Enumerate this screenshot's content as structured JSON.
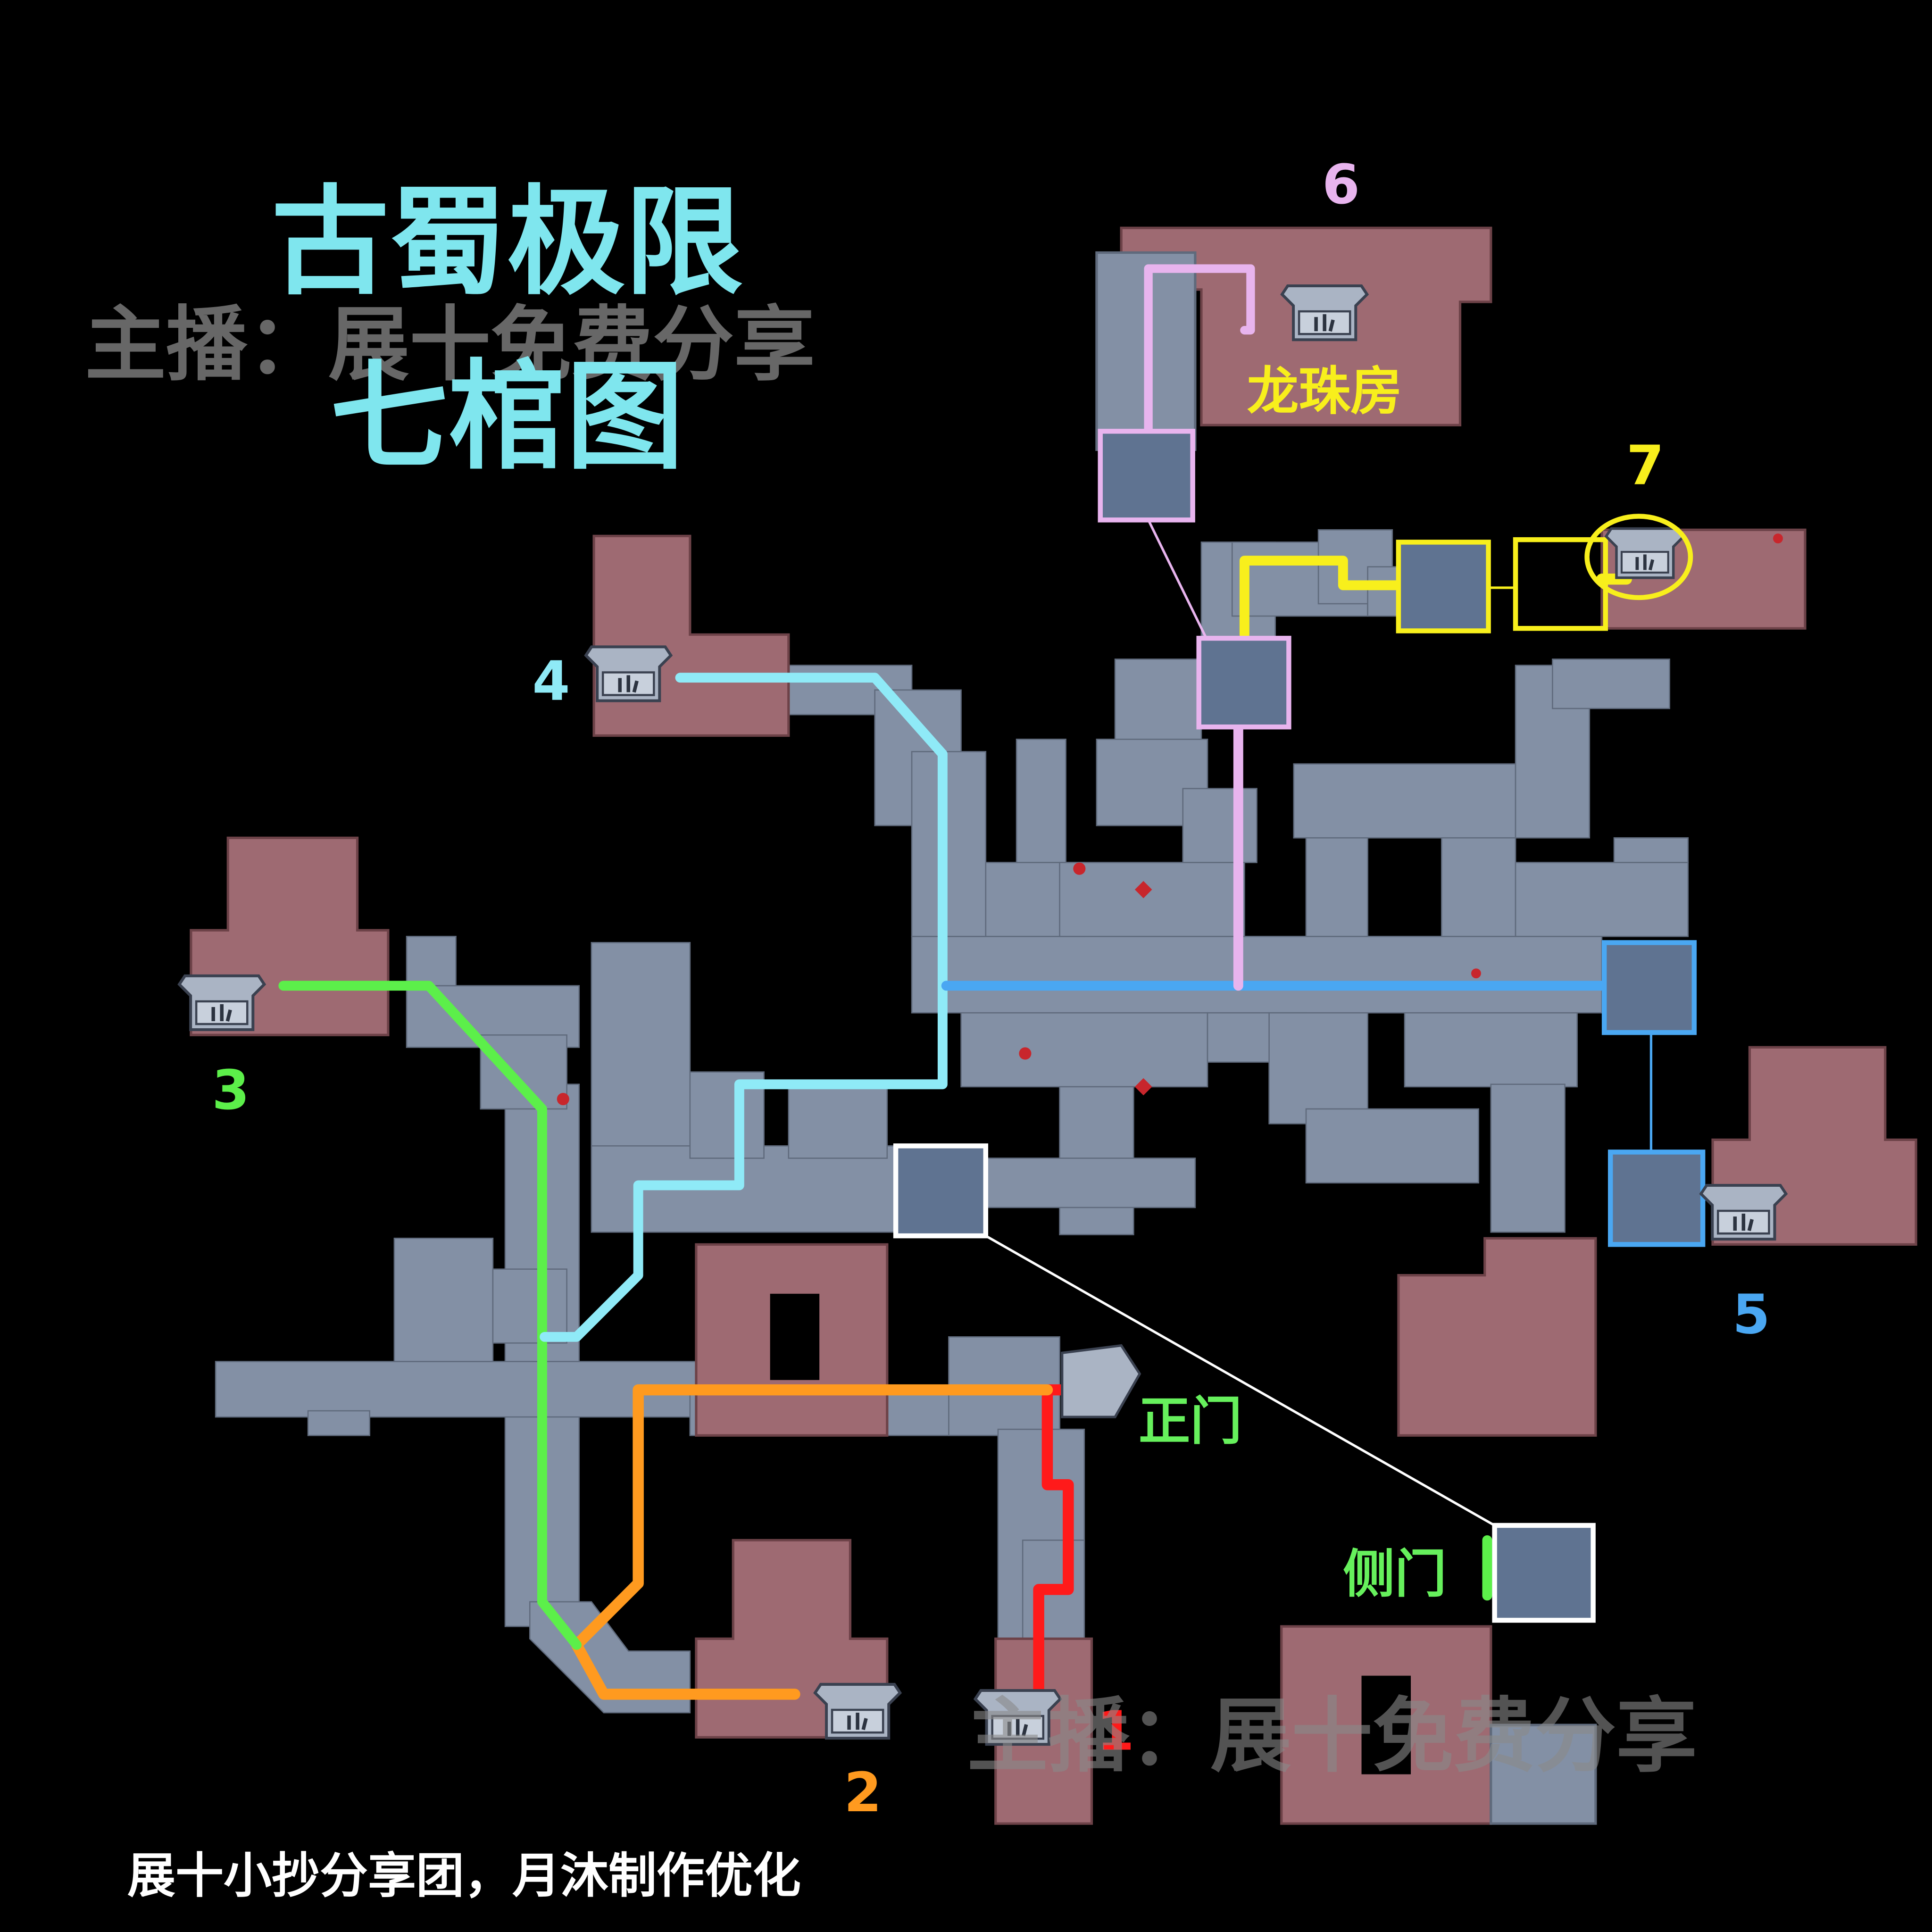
{
  "title": {
    "line1": "古蜀极限",
    "line2": "七棺图",
    "color": "#7fe6ee"
  },
  "watermark": {
    "text": "主播：展十免费分享",
    "color": "#8a8a8a"
  },
  "credit": "展十小抄分享团，月沐制作优化",
  "rooms": {
    "dragon_pearl": "龙珠房",
    "main_gate": "正门",
    "side_gate": "侧门"
  },
  "coffins": [
    {
      "id": "1",
      "color": "#ff1a1a"
    },
    {
      "id": "2",
      "color": "#ff9a1f"
    },
    {
      "id": "3",
      "color": "#5cef4a"
    },
    {
      "id": "4",
      "color": "#8feaf7"
    },
    {
      "id": "5",
      "color": "#4aa7f2"
    },
    {
      "id": "6",
      "color": "#e8b4ee"
    },
    {
      "id": "7",
      "color": "#f8ef1c"
    }
  ],
  "colors": {
    "corridor": "#8390a5",
    "room": "#9e6a72",
    "background": "#000000",
    "gate_label": "#66f05c",
    "room_label": "#f8ef1c",
    "marker_frame": "#ffffff"
  }
}
